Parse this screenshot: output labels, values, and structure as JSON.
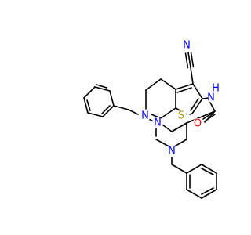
{
  "molecule": {
    "atoms": {
      "n_cyano": {
        "label": "N",
        "color": "#0000ff"
      },
      "nh": {
        "label": "N",
        "color": "#0000ff"
      },
      "h": {
        "label": "H",
        "color": "#0000ff"
      },
      "s": {
        "label": "S",
        "color": "#b5a000"
      },
      "o": {
        "label": "O",
        "color": "#ff0000"
      },
      "n_ring": {
        "label": "N",
        "color": "#0000ff"
      },
      "n_pip1": {
        "label": "N",
        "color": "#0000ff"
      },
      "n_pip2": {
        "label": "N",
        "color": "#0000ff"
      }
    }
  }
}
